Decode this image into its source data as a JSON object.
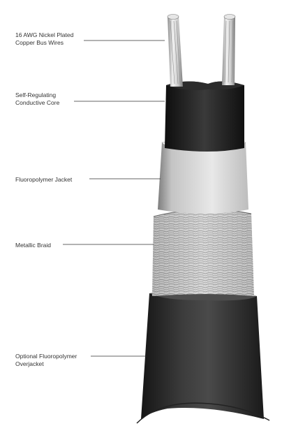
{
  "labels": {
    "bus_wires": {
      "line1": "16 AWG Nickel Plated",
      "line2": "Copper Bus Wires"
    },
    "core": {
      "line1": "Self-Regulating",
      "line2": "Conductive Core"
    },
    "jacket": {
      "line1": "Fluoropolymer Jacket"
    },
    "braid": {
      "line1": "Metallic Braid"
    },
    "overjacket": {
      "line1": "Optional Fluoropolymer",
      "line2": "Overjacket"
    }
  },
  "colors": {
    "wire": "#d9d9d9",
    "core": "#1c1c1c",
    "jacket": "#dcdcdc",
    "braid": "#cfcfcf",
    "overjacket": "#2a2a2a",
    "leader": "#333333"
  }
}
